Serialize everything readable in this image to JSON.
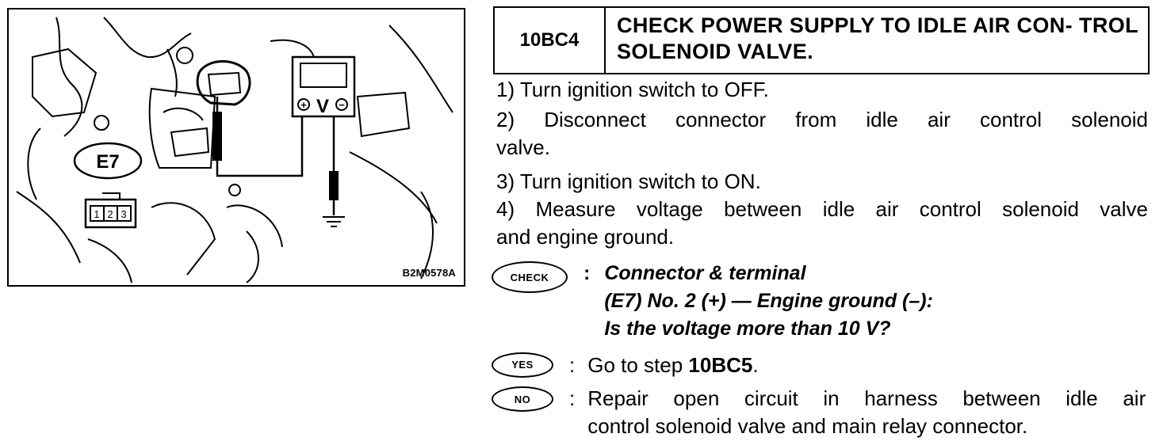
{
  "figure": {
    "connector_id": "E7",
    "terminals": [
      "1",
      "2",
      "3"
    ],
    "meter_label": "V",
    "meter_plus": "+",
    "meter_minus": "−",
    "code": "B2M0578A"
  },
  "step": {
    "id": "10BC4",
    "title": "CHECK POWER SUPPLY TO IDLE AIR CON- TROL SOLENOID VALVE."
  },
  "instructions": [
    "1) Turn ignition switch to OFF.",
    "2) Disconnect connector from idle air control solenoid",
    "valve.",
    "3) Turn ignition switch to ON.",
    "4) Measure voltage between idle air control solenoid valve",
    "and engine ground."
  ],
  "check": {
    "badge": "CHECK",
    "colon": ":",
    "lines": [
      "Connector & terminal",
      "(E7) No. 2 (+) — Engine ground (–):",
      "Is the voltage more than 10 V?"
    ]
  },
  "yes": {
    "badge": "YES",
    "colon": ":",
    "prefix": "Go to step ",
    "target": "10BC5",
    "suffix": "."
  },
  "no": {
    "badge": "NO",
    "colon": ":",
    "line1": "Repair open circuit in harness between idle air",
    "line2": "control solenoid valve and main relay connector."
  }
}
